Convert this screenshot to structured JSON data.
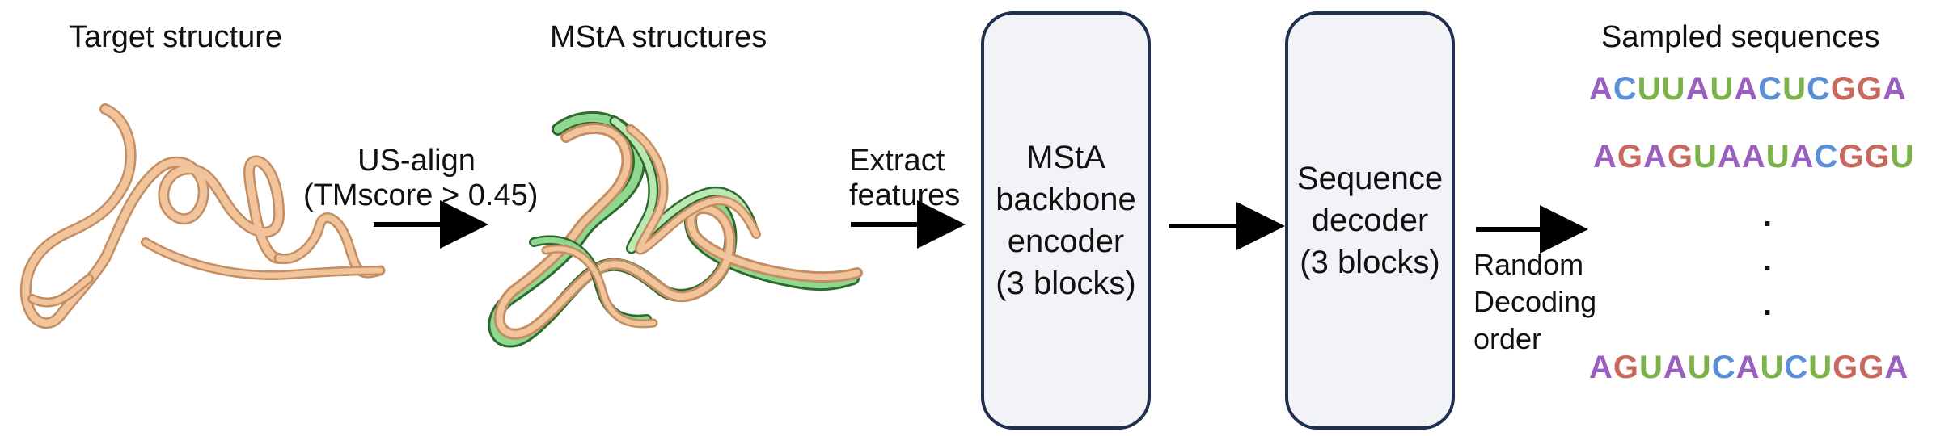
{
  "headers": {
    "target": "Target structure",
    "msta": "MStA structures",
    "sampled": "Sampled sequences"
  },
  "steps": {
    "usalign_line1": "US-align",
    "usalign_line2": "(TMscore > 0.45)",
    "extract_line1": "Extract",
    "extract_line2": "features"
  },
  "boxes": {
    "encoder": [
      "MStA",
      "backbone",
      "encoder",
      "(3 blocks)"
    ],
    "decoder": [
      "Sequence",
      "decoder",
      "(3 blocks)"
    ]
  },
  "random_order": [
    "Random",
    "Decoding",
    "order"
  ],
  "sequences": [
    [
      "A",
      "C",
      "U",
      "U",
      "A",
      "U",
      "A",
      "C",
      "U",
      "C",
      "G",
      "G",
      "A"
    ],
    [
      "A",
      "G",
      "A",
      "G",
      "U",
      "A",
      "A",
      "U",
      "A",
      "C",
      "G",
      "G",
      "U"
    ],
    [
      "A",
      "G",
      "U",
      "A",
      "U",
      "C",
      "A",
      "U",
      "C",
      "U",
      "G",
      "G",
      "A"
    ]
  ],
  "ellipsis": ".",
  "colors": {
    "A": "#9b5fc0",
    "C": "#5b8fd8",
    "U": "#7cb24a",
    "G": "#c8695e",
    "ribbon": "#f1c49c",
    "ribbon_dark": "#c48e62",
    "ribbon_green": "#8fd88f",
    "box_border": "#1e2f4f",
    "box_fill": "#f2f3f7"
  }
}
